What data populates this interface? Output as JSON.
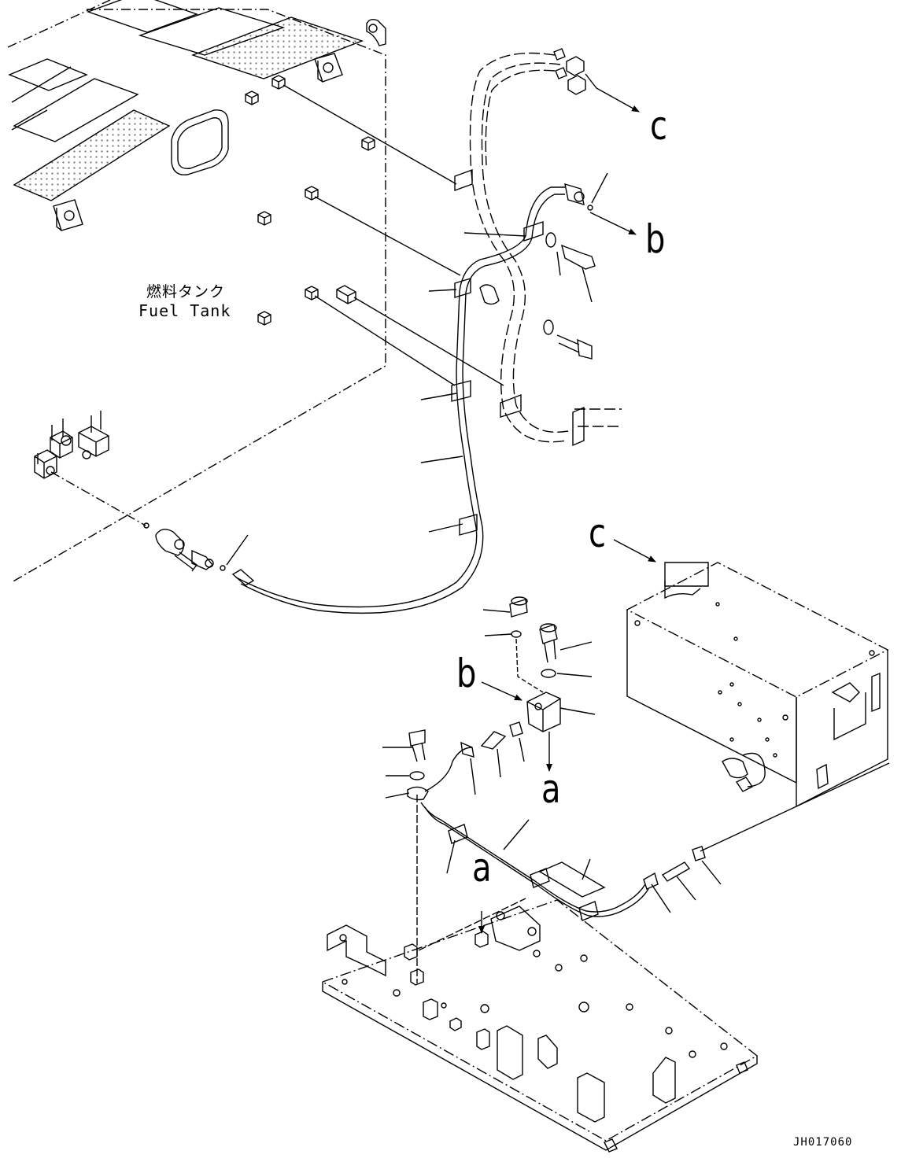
{
  "labels": {
    "tank_jp": "燃料タンク",
    "tank_en": "Fuel Tank",
    "callout_c_top": "c",
    "callout_b_top": "b",
    "callout_c_box": "c",
    "callout_b_valve": "b",
    "callout_a_valve": "a",
    "callout_a_base": "a",
    "figure_id": "JH017060"
  },
  "colors": {
    "line": "#000000",
    "background": "#ffffff"
  }
}
